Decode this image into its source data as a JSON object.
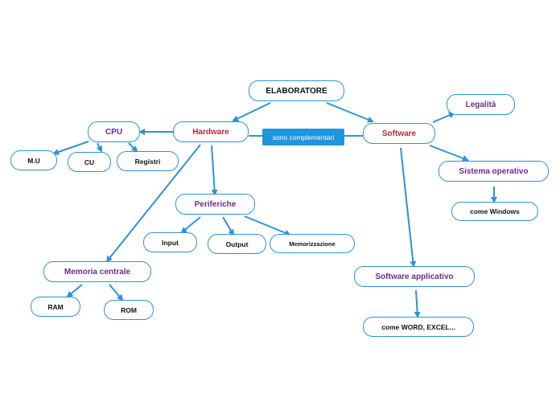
{
  "theme": {
    "line": "#2c93d6",
    "border": "#2c93d6",
    "label_bg": "#1f95dd",
    "red": "#b5293a",
    "purple": "#6b2c8e"
  },
  "nodes": {
    "elaboratore": "ELABORATORE",
    "hardware": "Hardware",
    "software": "Software",
    "cpu": "CPU",
    "mu": "M.U",
    "cu": "CU",
    "registri": "Registri",
    "periferiche": "Periferiche",
    "input": "Input",
    "output": "Output",
    "memorizzazione": "Memorizzazione",
    "memoria_centrale": "Memoria centrale",
    "ram": "RAM",
    "rom": "ROM",
    "legalita": "Legalità",
    "sistema_operativo": "Sistema operativo",
    "come_windows": "come Windows",
    "software_applicativo": "Software applicativo",
    "come_word": "come WORD, EXCEL..."
  },
  "link_label": "sono complementari"
}
